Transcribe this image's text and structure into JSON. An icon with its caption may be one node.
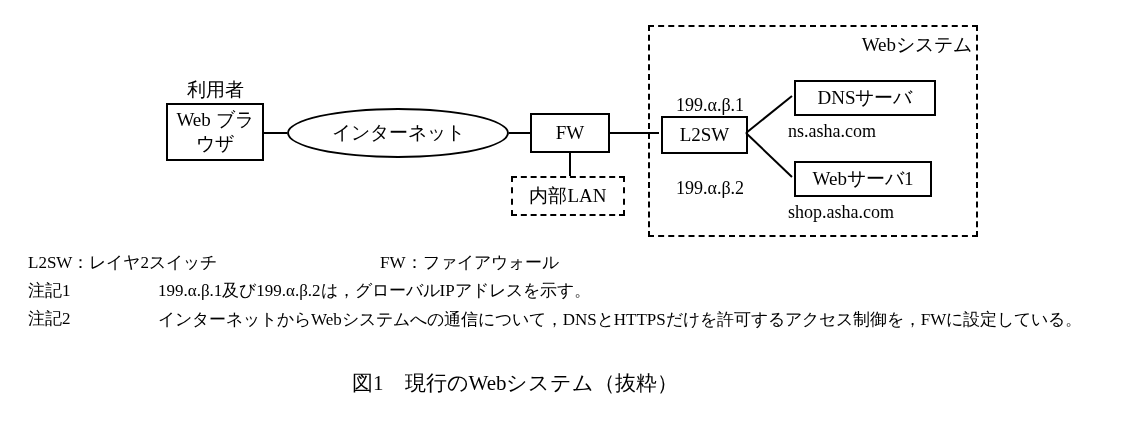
{
  "diagram": {
    "caption": "図1　現行のWebシステム（抜粋）",
    "nodes": [
      {
        "text": [
          "利用者",
          "Web ブラウザ"
        ]
      },
      {
        "text": [
          "インターネット"
        ]
      },
      {
        "text": [
          "FW"
        ]
      },
      {
        "text": [
          "内部LAN"
        ]
      },
      {
        "text": [
          "Webシステム"
        ]
      },
      {
        "text": [
          "L2SW"
        ],
        "in": 4
      },
      {
        "text": [
          "DNSサーバ"
        ],
        "in": 4,
        "beside": [
          "ns.asha.com"
        ]
      },
      {
        "text": [
          "Webサーバ1"
        ],
        "in": 4,
        "beside": [
          "shop.asha.com"
        ]
      }
    ],
    "edges": [
      {
        "from": 0,
        "to": 1,
        "arrow": "none"
      },
      {
        "from": 1,
        "to": 2,
        "arrow": "none"
      },
      {
        "from": 2,
        "to": 3,
        "arrow": "none"
      },
      {
        "from": 2,
        "to": 5,
        "arrow": "none"
      },
      {
        "from": 5,
        "to": 6,
        "arrow": "none"
      },
      {
        "from": 5,
        "to": 7,
        "arrow": "none"
      }
    ],
    "labels": [
      "199.α.β.1",
      "199.α.β.2",
      "L2SW：レイヤ2スイッチ",
      "FW：ファイアウォール",
      "注記1",
      "199.α.β.1及び199.α.β.2は，グローバルIPアドレスを示す。",
      "注記2",
      "インターネットからWebシステムへの通信について，DNSとHTTPSだけを許可するアクセス制御を，FWに設定している。"
    ]
  }
}
